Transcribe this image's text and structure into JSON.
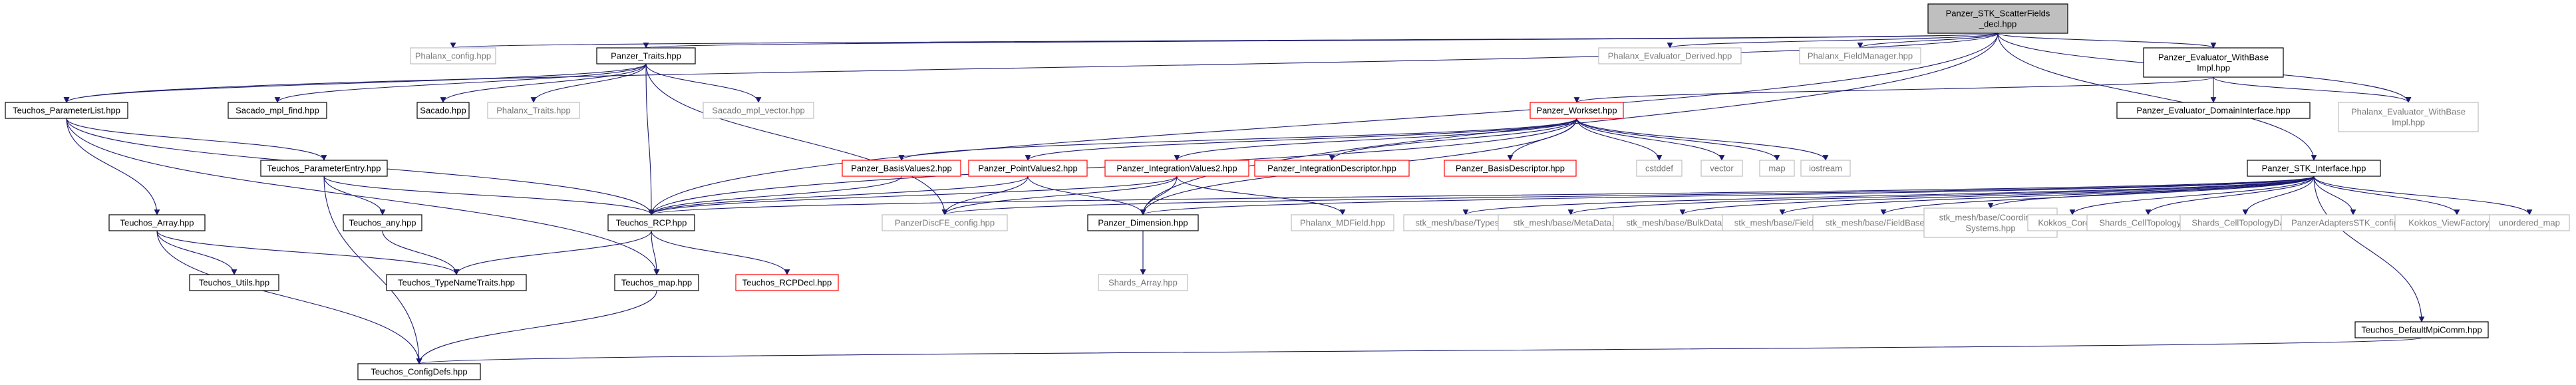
{
  "colors": {
    "edge": "#191970",
    "node_border_internal": "#000000",
    "node_border_missing": "#bfbfbf",
    "node_border_external": "#ff0000",
    "node_fill_root": "#bfbfbf",
    "node_fill": "#ffffff",
    "text_dark": "#000000",
    "text_gray": "#777777"
  },
  "nodes": [
    {
      "id": "root",
      "lines": [
        "Panzer_STK_ScatterFields",
        "_decl.hpp"
      ],
      "kind": "root"
    },
    {
      "id": "phalanx_config",
      "lines": [
        "Phalanx_config.hpp"
      ],
      "kind": "missing"
    },
    {
      "id": "panzer_traits",
      "lines": [
        "Panzer_Traits.hpp"
      ],
      "kind": "internal"
    },
    {
      "id": "phalanx_eval_derived",
      "lines": [
        "Phalanx_Evaluator_Derived.hpp"
      ],
      "kind": "missing"
    },
    {
      "id": "phalanx_fieldmanager",
      "lines": [
        "Phalanx_FieldManager.hpp"
      ],
      "kind": "missing"
    },
    {
      "id": "panzer_eval_withbase",
      "lines": [
        "Panzer_Evaluator_WithBase",
        "Impl.hpp"
      ],
      "kind": "internal"
    },
    {
      "id": "teuchos_paramlist",
      "lines": [
        "Teuchos_ParameterList.hpp"
      ],
      "kind": "internal"
    },
    {
      "id": "sacado_mpl_find",
      "lines": [
        "Sacado_mpl_find.hpp"
      ],
      "kind": "internal"
    },
    {
      "id": "sacado",
      "lines": [
        "Sacado.hpp"
      ],
      "kind": "internal"
    },
    {
      "id": "phalanx_traits",
      "lines": [
        "Phalanx_Traits.hpp"
      ],
      "kind": "missing"
    },
    {
      "id": "sacado_mpl_vector",
      "lines": [
        "Sacado_mpl_vector.hpp"
      ],
      "kind": "missing"
    },
    {
      "id": "panzer_workset",
      "lines": [
        "Panzer_Workset.hpp"
      ],
      "kind": "external"
    },
    {
      "id": "panzer_eval_domain",
      "lines": [
        "Panzer_Evaluator_DomainInterface.hpp"
      ],
      "kind": "internal"
    },
    {
      "id": "phalanx_eval_withbase",
      "lines": [
        "Phalanx_Evaluator_WithBase",
        "Impl.hpp"
      ],
      "kind": "missing"
    },
    {
      "id": "panzer_stk_interface",
      "lines": [
        "Panzer_STK_Interface.hpp"
      ],
      "kind": "internal"
    },
    {
      "id": "teuchos_paramentry",
      "lines": [
        "Teuchos_ParameterEntry.hpp"
      ],
      "kind": "internal"
    },
    {
      "id": "panzer_basisvalues2",
      "lines": [
        "Panzer_BasisValues2.hpp"
      ],
      "kind": "external"
    },
    {
      "id": "panzer_pointvalues2",
      "lines": [
        "Panzer_PointValues2.hpp"
      ],
      "kind": "external"
    },
    {
      "id": "panzer_integrationvalues2",
      "lines": [
        "Panzer_IntegrationValues2.hpp"
      ],
      "kind": "external"
    },
    {
      "id": "panzer_integrationdesc",
      "lines": [
        "Panzer_IntegrationDescriptor.hpp"
      ],
      "kind": "external"
    },
    {
      "id": "panzer_basisdesc",
      "lines": [
        "Panzer_BasisDescriptor.hpp"
      ],
      "kind": "external"
    },
    {
      "id": "cstddef",
      "lines": [
        "cstddef"
      ],
      "kind": "missing"
    },
    {
      "id": "vector",
      "lines": [
        "vector"
      ],
      "kind": "missing"
    },
    {
      "id": "map",
      "lines": [
        "map"
      ],
      "kind": "missing"
    },
    {
      "id": "iostream",
      "lines": [
        "iostream"
      ],
      "kind": "missing"
    },
    {
      "id": "teuchos_array",
      "lines": [
        "Teuchos_Array.hpp"
      ],
      "kind": "internal"
    },
    {
      "id": "teuchos_any",
      "lines": [
        "Teuchos_any.hpp"
      ],
      "kind": "internal"
    },
    {
      "id": "teuchos_rcp",
      "lines": [
        "Teuchos_RCP.hpp"
      ],
      "kind": "internal"
    },
    {
      "id": "panzer_discfe_config",
      "lines": [
        "PanzerDiscFE_config.hpp"
      ],
      "kind": "missing"
    },
    {
      "id": "panzer_dimension",
      "lines": [
        "Panzer_Dimension.hpp"
      ],
      "kind": "internal"
    },
    {
      "id": "phalanx_mdfield",
      "lines": [
        "Phalanx_MDField.hpp"
      ],
      "kind": "missing"
    },
    {
      "id": "stk_types",
      "lines": [
        "stk_mesh/base/Types.hpp"
      ],
      "kind": "missing"
    },
    {
      "id": "stk_metadata",
      "lines": [
        "stk_mesh/base/MetaData.hpp"
      ],
      "kind": "missing"
    },
    {
      "id": "stk_bulkdata",
      "lines": [
        "stk_mesh/base/BulkData.hpp"
      ],
      "kind": "missing"
    },
    {
      "id": "stk_field",
      "lines": [
        "stk_mesh/base/Field.hpp"
      ],
      "kind": "missing"
    },
    {
      "id": "stk_fieldbase",
      "lines": [
        "stk_mesh/base/FieldBase.hpp"
      ],
      "kind": "missing"
    },
    {
      "id": "stk_coordsys",
      "lines": [
        "stk_mesh/base/Coordinate",
        "Systems.hpp"
      ],
      "kind": "missing"
    },
    {
      "id": "kokkos_core",
      "lines": [
        "Kokkos_Core.hpp"
      ],
      "kind": "missing"
    },
    {
      "id": "shards_celltopology",
      "lines": [
        "Shards_CellTopology.hpp"
      ],
      "kind": "missing"
    },
    {
      "id": "shards_celltopologydata",
      "lines": [
        "Shards_CellTopologyData.h"
      ],
      "kind": "missing"
    },
    {
      "id": "panzer_adapters_stk_config",
      "lines": [
        "PanzerAdaptersSTK_config.hpp"
      ],
      "kind": "missing"
    },
    {
      "id": "kokkos_viewfactory",
      "lines": [
        "Kokkos_ViewFactory.hpp"
      ],
      "kind": "missing"
    },
    {
      "id": "unordered_map",
      "lines": [
        "unordered_map"
      ],
      "kind": "missing"
    },
    {
      "id": "teuchos_utils",
      "lines": [
        "Teuchos_Utils.hpp"
      ],
      "kind": "internal"
    },
    {
      "id": "teuchos_typenametraits",
      "lines": [
        "Teuchos_TypeNameTraits.hpp"
      ],
      "kind": "internal"
    },
    {
      "id": "teuchos_map",
      "lines": [
        "Teuchos_map.hpp"
      ],
      "kind": "internal"
    },
    {
      "id": "teuchos_rcpdecl",
      "lines": [
        "Teuchos_RCPDecl.hpp"
      ],
      "kind": "external"
    },
    {
      "id": "shards_array",
      "lines": [
        "Shards_Array.hpp"
      ],
      "kind": "missing"
    },
    {
      "id": "teuchos_defaultmpicomm",
      "lines": [
        "Teuchos_DefaultMpiComm.hpp"
      ],
      "kind": "internal"
    },
    {
      "id": "teuchos_configdefs",
      "lines": [
        "Teuchos_ConfigDefs.hpp"
      ],
      "kind": "internal"
    }
  ],
  "edges": [
    [
      "root",
      "phalanx_config"
    ],
    [
      "root",
      "panzer_traits"
    ],
    [
      "root",
      "phalanx_eval_derived"
    ],
    [
      "root",
      "phalanx_fieldmanager"
    ],
    [
      "root",
      "panzer_eval_withbase"
    ],
    [
      "root",
      "teuchos_paramlist"
    ],
    [
      "root",
      "phalanx_eval_withbase"
    ],
    [
      "root",
      "panzer_stk_interface"
    ],
    [
      "root",
      "panzer_dimension"
    ],
    [
      "root",
      "teuchos_rcp"
    ],
    [
      "panzer_traits",
      "teuchos_paramlist"
    ],
    [
      "panzer_traits",
      "sacado_mpl_find"
    ],
    [
      "panzer_traits",
      "sacado"
    ],
    [
      "panzer_traits",
      "phalanx_traits"
    ],
    [
      "panzer_traits",
      "sacado_mpl_vector"
    ],
    [
      "panzer_traits",
      "teuchos_rcp"
    ],
    [
      "panzer_traits",
      "panzer_discfe_config"
    ],
    [
      "panzer_eval_withbase",
      "panzer_workset"
    ],
    [
      "panzer_eval_withbase",
      "panzer_eval_domain"
    ],
    [
      "panzer_eval_withbase",
      "phalanx_eval_withbase"
    ],
    [
      "teuchos_paramlist",
      "teuchos_paramentry"
    ],
    [
      "teuchos_paramlist",
      "teuchos_array"
    ],
    [
      "teuchos_paramlist",
      "teuchos_rcp"
    ],
    [
      "teuchos_paramlist",
      "teuchos_map"
    ],
    [
      "panzer_workset",
      "panzer_basisvalues2"
    ],
    [
      "panzer_workset",
      "panzer_pointvalues2"
    ],
    [
      "panzer_workset",
      "panzer_integrationvalues2"
    ],
    [
      "panzer_workset",
      "panzer_integrationdesc"
    ],
    [
      "panzer_workset",
      "panzer_basisdesc"
    ],
    [
      "panzer_workset",
      "cstddef"
    ],
    [
      "panzer_workset",
      "vector"
    ],
    [
      "panzer_workset",
      "map"
    ],
    [
      "panzer_workset",
      "iostream"
    ],
    [
      "panzer_workset",
      "panzer_dimension"
    ],
    [
      "panzer_workset",
      "teuchos_rcp"
    ],
    [
      "panzer_stk_interface",
      "teuchos_rcp"
    ],
    [
      "panzer_stk_interface",
      "panzer_dimension"
    ],
    [
      "panzer_stk_interface",
      "panzer_discfe_config"
    ],
    [
      "panzer_stk_interface",
      "stk_types"
    ],
    [
      "panzer_stk_interface",
      "stk_metadata"
    ],
    [
      "panzer_stk_interface",
      "stk_bulkdata"
    ],
    [
      "panzer_stk_interface",
      "stk_field"
    ],
    [
      "panzer_stk_interface",
      "stk_fieldbase"
    ],
    [
      "panzer_stk_interface",
      "stk_coordsys"
    ],
    [
      "panzer_stk_interface",
      "kokkos_core"
    ],
    [
      "panzer_stk_interface",
      "shards_celltopology"
    ],
    [
      "panzer_stk_interface",
      "shards_celltopologydata"
    ],
    [
      "panzer_stk_interface",
      "panzer_adapters_stk_config"
    ],
    [
      "panzer_stk_interface",
      "kokkos_viewfactory"
    ],
    [
      "panzer_stk_interface",
      "unordered_map"
    ],
    [
      "panzer_stk_interface",
      "teuchos_defaultmpicomm"
    ],
    [
      "teuchos_paramentry",
      "teuchos_any"
    ],
    [
      "teuchos_paramentry",
      "teuchos_rcp"
    ],
    [
      "teuchos_paramentry",
      "teuchos_configdefs"
    ],
    [
      "panzer_basisvalues2",
      "teuchos_rcp"
    ],
    [
      "panzer_pointvalues2",
      "teuchos_rcp"
    ],
    [
      "panzer_pointvalues2",
      "panzer_dimension"
    ],
    [
      "panzer_pointvalues2",
      "panzer_discfe_config"
    ],
    [
      "panzer_integrationvalues2",
      "teuchos_rcp"
    ],
    [
      "panzer_integrationvalues2",
      "panzer_dimension"
    ],
    [
      "panzer_integrationvalues2",
      "panzer_discfe_config"
    ],
    [
      "panzer_integrationvalues2",
      "phalanx_mdfield"
    ],
    [
      "teuchos_array",
      "teuchos_utils"
    ],
    [
      "teuchos_array",
      "teuchos_typenametraits"
    ],
    [
      "teuchos_array",
      "teuchos_configdefs"
    ],
    [
      "teuchos_any",
      "teuchos_typenametraits"
    ],
    [
      "teuchos_rcp",
      "teuchos_typenametraits"
    ],
    [
      "teuchos_rcp",
      "teuchos_map"
    ],
    [
      "teuchos_rcp",
      "teuchos_rcpdecl"
    ],
    [
      "teuchos_map",
      "teuchos_configdefs"
    ],
    [
      "panzer_dimension",
      "shards_array"
    ],
    [
      "teuchos_defaultmpicomm",
      "teuchos_configdefs"
    ]
  ]
}
